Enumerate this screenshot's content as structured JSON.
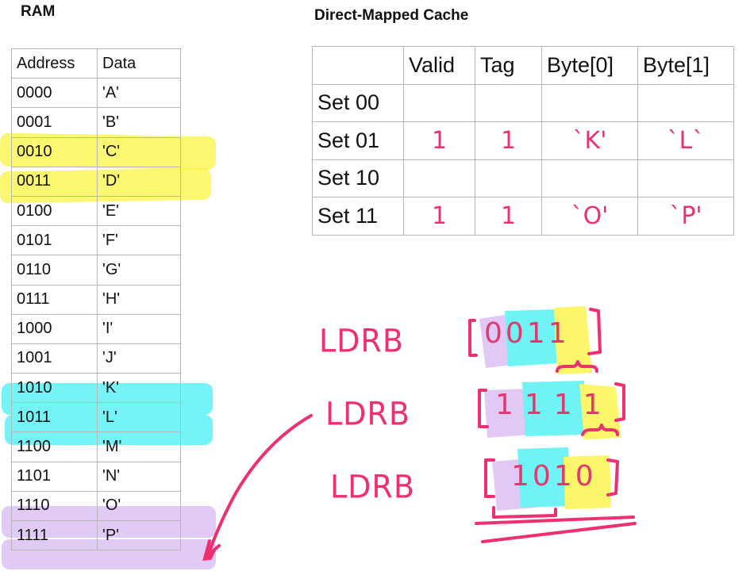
{
  "ram": {
    "title": "RAM",
    "headers": [
      "Address",
      "Data"
    ],
    "rows": [
      {
        "address": "0000",
        "data": "'A'"
      },
      {
        "address": "0001",
        "data": "'B'"
      },
      {
        "address": "0010",
        "data": "'C'"
      },
      {
        "address": "0011",
        "data": "'D'"
      },
      {
        "address": "0100",
        "data": "'E'"
      },
      {
        "address": "0101",
        "data": "'F'"
      },
      {
        "address": "0110",
        "data": "'G'"
      },
      {
        "address": "0111",
        "data": "'H'"
      },
      {
        "address": "1000",
        "data": "'I'"
      },
      {
        "address": "1001",
        "data": "'J'"
      },
      {
        "address": "1010",
        "data": "'K'"
      },
      {
        "address": "1011",
        "data": "'L'"
      },
      {
        "address": "1100",
        "data": "'M'"
      },
      {
        "address": "1101",
        "data": "'N'"
      },
      {
        "address": "1110",
        "data": "'O'"
      },
      {
        "address": "1111",
        "data": "'P'"
      }
    ]
  },
  "cache": {
    "title": "Direct-Mapped Cache",
    "headers": [
      "",
      "Valid",
      "Tag",
      "Byte[0]",
      "Byte[1]"
    ],
    "rows": [
      {
        "set": "Set 00",
        "valid": "",
        "tag": "",
        "byte0": "",
        "byte1": ""
      },
      {
        "set": "Set 01",
        "valid": "1",
        "tag": "1",
        "byte0": "`K'",
        "byte1": "`L`"
      },
      {
        "set": "Set 10",
        "valid": "",
        "tag": "",
        "byte0": "",
        "byte1": ""
      },
      {
        "set": "Set 11",
        "valid": "1",
        "tag": "1",
        "byte0": "`O'",
        "byte1": "`P'"
      }
    ]
  },
  "instructions": [
    {
      "op": "LDRB",
      "bits": "0011"
    },
    {
      "op": "LDRB",
      "bits": "1111"
    },
    {
      "op": "LDRB",
      "bits": "1010"
    }
  ],
  "colors": {
    "ink": "#ee2f72",
    "highlight_yellow": "#fbf43a",
    "highlight_cyan": "#3ff0f2",
    "highlight_purple": "#d7b6f2"
  }
}
